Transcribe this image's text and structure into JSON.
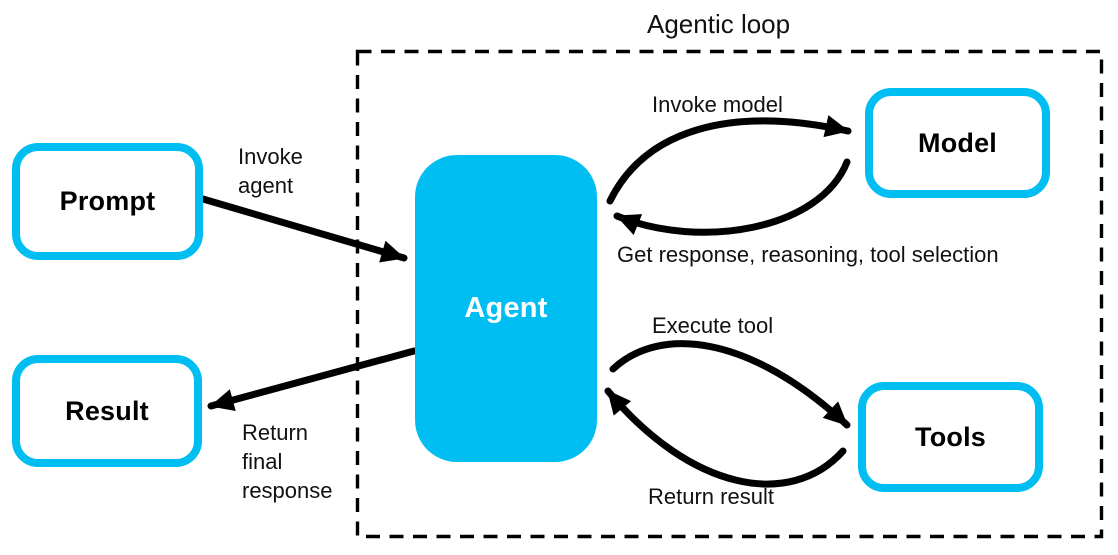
{
  "diagram": {
    "title": "Agentic loop",
    "nodes": {
      "prompt": {
        "label": "Prompt"
      },
      "result": {
        "label": "Result"
      },
      "agent": {
        "label": "Agent"
      },
      "model": {
        "label": "Model"
      },
      "tools": {
        "label": "Tools"
      }
    },
    "edges": {
      "invoke_agent": {
        "label": "Invoke\nagent"
      },
      "return_final": {
        "label": "Return\nfinal\nresponse"
      },
      "invoke_model": {
        "label": "Invoke model"
      },
      "get_response": {
        "label": "Get response, reasoning, tool selection"
      },
      "execute_tool": {
        "label": "Execute tool"
      },
      "return_result": {
        "label": "Return result"
      }
    }
  },
  "colors": {
    "accent": "#00BEF2",
    "ink": "#000000",
    "label": "#111111",
    "background": "#FFFFFF"
  }
}
